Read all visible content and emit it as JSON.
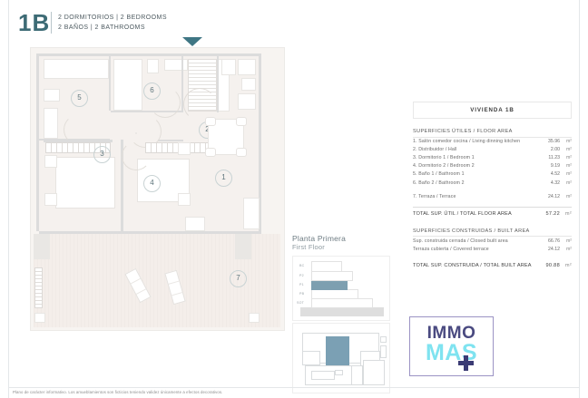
{
  "header": {
    "unit_code": "1B",
    "line_es": "2 DORMITORIOS  |  2 BEDROOMS",
    "line_en": "2 BAÑOS  |  2 BATHROOMS"
  },
  "plan": {
    "orientation_icon": "north-arrow-down",
    "room_markers": [
      "1",
      "2",
      "3",
      "4",
      "5",
      "6",
      "7"
    ]
  },
  "floor_block": {
    "title": "Planta Primera",
    "subtitle": "First Floor",
    "elevation_labels": [
      "BC",
      "P2",
      "P1",
      "PB",
      "SOT"
    ]
  },
  "spec": {
    "title": "VIVIENDA 1B",
    "section_floor": "SUPERFICIES ÚTILES / FLOOR AREA",
    "section_built": "SUPERFICIES CONSTRUIDAS / BUILT AREA",
    "unit": "m²",
    "rows_floor": [
      {
        "label": "1. Salón comedor cocina / Living dinning kitchen",
        "value": "35.96",
        "unit": "m²"
      },
      {
        "label": "2. Distribuidor / Hall",
        "value": "2.00",
        "unit": "m²"
      },
      {
        "label": "3. Dormitorio 1 / Bedroom 1",
        "value": "11.23",
        "unit": "m²"
      },
      {
        "label": "4. Dormitorio 2 / Bedroom 2",
        "value": "9.19",
        "unit": "m²"
      },
      {
        "label": "5. Baño 1 / Bathroom 1",
        "value": "4.52",
        "unit": "m²"
      },
      {
        "label": "6. Baño 2 / Bathroom 2",
        "value": "4.32",
        "unit": "m²"
      }
    ],
    "row_terrace": {
      "label": "7. Terraza / Terrace",
      "value": "24.12",
      "unit": "m²"
    },
    "total_floor": {
      "label": "TOTAL SUP. ÚTIL / TOTAL FLOOR AREA",
      "value": "57.22",
      "unit": "m²"
    },
    "rows_built": [
      {
        "label": "Sup. construida cerrada / Closed built area",
        "value": "66.76",
        "unit": "m²"
      },
      {
        "label": "Terraza cubierta / Covered terrace",
        "value": "24.12",
        "unit": "m²"
      }
    ],
    "total_built": {
      "label": "TOTAL SUP. CONSTRUIDA /  TOTAL BUILT AREA",
      "value": "90.88",
      "unit": "m²"
    }
  },
  "logo": {
    "top": "IMMO",
    "bottom": "MAS",
    "plus_icon": "plus-icon",
    "color_top": "#4a4a80",
    "color_bottom": "#7fe3f0",
    "border_color": "#9b93c4"
  },
  "footer": {
    "disclaimer": "Plano de carácter informativo. Los amueblamientos son ficticios teniendo validez únicamente a efectos decorativos."
  },
  "colors": {
    "accent_teal": "#3d6b75",
    "plan_fill": "#f7f4f1",
    "highlight_blue": "#7d9fb0"
  }
}
